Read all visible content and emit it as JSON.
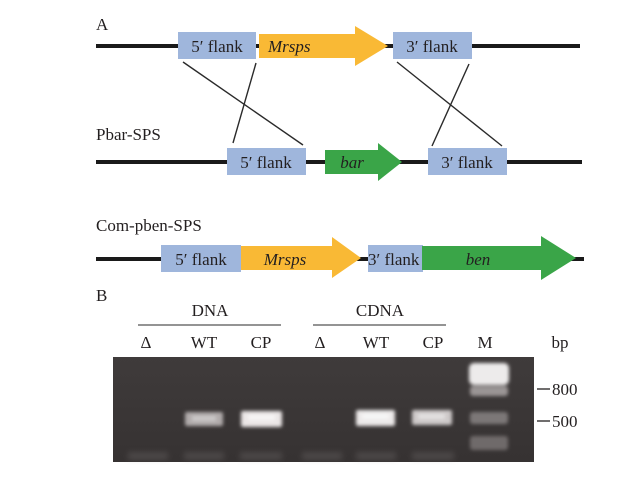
{
  "panel_a": {
    "label": "A",
    "rows": [
      {
        "name": "",
        "elements": [
          {
            "kind": "flank",
            "text": "5′ flank"
          },
          {
            "kind": "gene",
            "text": "Mrsps",
            "color": "#f9b935"
          },
          {
            "kind": "flank",
            "text": "3′ flank"
          }
        ]
      },
      {
        "name": "Pbar-SPS",
        "elements": [
          {
            "kind": "flank",
            "text": "5′ flank"
          },
          {
            "kind": "gene",
            "text": "bar",
            "color": "#3aa548"
          },
          {
            "kind": "flank",
            "text": "3′ flank"
          }
        ]
      },
      {
        "name": "Com-pben-SPS",
        "elements": [
          {
            "kind": "flank",
            "text": "5′ flank"
          },
          {
            "kind": "gene",
            "text": "Mrsps",
            "color": "#f9b935"
          },
          {
            "kind": "flank",
            "text": "3′ flank"
          },
          {
            "kind": "gene",
            "text": "ben",
            "color": "#3aa548"
          }
        ]
      }
    ],
    "colors": {
      "flank": "#9fb6dc",
      "line": "#1a1a1a",
      "orange": "#f9b935",
      "green": "#3aa548"
    }
  },
  "panel_b": {
    "label": "B",
    "groups": [
      {
        "name": "DNA",
        "lanes": [
          "Δ",
          "WT",
          "CP"
        ]
      },
      {
        "name": "CDNA",
        "lanes": [
          "Δ",
          "WT",
          "CP"
        ]
      }
    ],
    "marker_lane": "M",
    "unit": "bp",
    "markers": [
      "800",
      "500"
    ],
    "gel_color": "#3b3838",
    "bands": [
      {
        "lane": "DNA-Δ",
        "present": false
      },
      {
        "lane": "DNA-WT",
        "present": true,
        "size_bp": 500,
        "intensity": 0.6
      },
      {
        "lane": "DNA-CP",
        "present": true,
        "size_bp": 500,
        "intensity": 0.9
      },
      {
        "lane": "CDNA-Δ",
        "present": false
      },
      {
        "lane": "CDNA-WT",
        "present": true,
        "size_bp": 500,
        "intensity": 0.9
      },
      {
        "lane": "CDNA-CP",
        "present": true,
        "size_bp": 500,
        "intensity": 0.75
      }
    ]
  }
}
